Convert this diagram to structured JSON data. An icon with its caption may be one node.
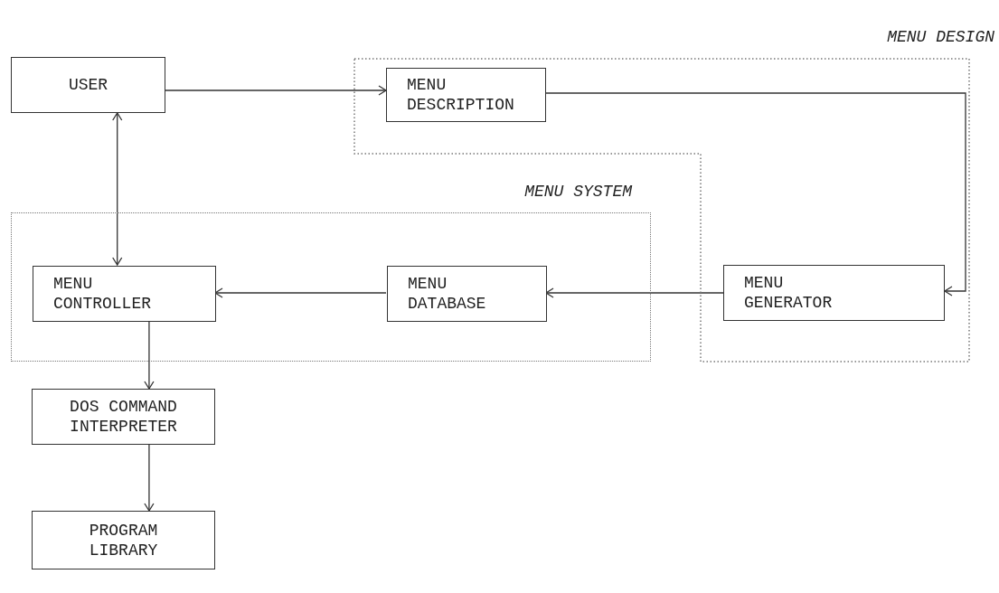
{
  "diagram": {
    "nodes": [
      {
        "text": [
          "MENU DESIGN"
        ]
      },
      {
        "text": [
          "USER"
        ]
      },
      {
        "text": [
          "MENU DESCRIPTION"
        ],
        "in": 0
      },
      {
        "text": [
          "MENU SYSTEM"
        ]
      },
      {
        "text": [
          "MENU CONTROLLER"
        ],
        "in": 3
      },
      {
        "text": [
          "MENU DATABASE"
        ],
        "in": 3
      },
      {
        "text": [
          "MENU GENERATOR"
        ],
        "in": 0
      },
      {
        "text": [
          "DOS COMMAND INTERPRETER"
        ]
      },
      {
        "text": [
          "PROGRAM LIBRARY"
        ]
      }
    ],
    "edges": [
      {
        "from": 1,
        "to": 2,
        "arrow": "to"
      },
      {
        "from": 1,
        "to": 4,
        "arrow": "both"
      },
      {
        "from": 2,
        "to": 6,
        "arrow": "to"
      },
      {
        "from": 6,
        "to": 5,
        "arrow": "to"
      },
      {
        "from": 5,
        "to": 4,
        "arrow": "to"
      },
      {
        "from": 4,
        "to": 7,
        "arrow": "to"
      },
      {
        "from": 7,
        "to": 8,
        "arrow": "to"
      }
    ]
  }
}
